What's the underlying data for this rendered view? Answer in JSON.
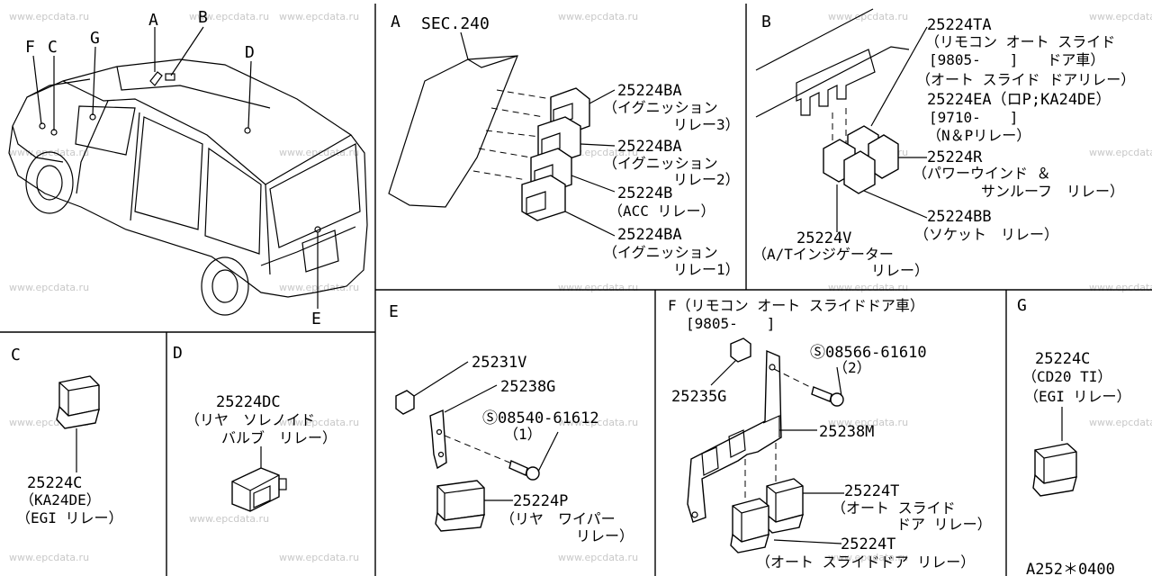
{
  "watermark": "www.epcdata.ru",
  "footer_code": "A252＊0400",
  "sections": {
    "vehicle": {
      "letters": [
        "F",
        "C",
        "G",
        "A",
        "B",
        "D",
        "E"
      ]
    },
    "A": {
      "letter": "A",
      "sec": "SEC.240",
      "parts": [
        {
          "no": "25224BA",
          "desc": [
            "（イグニッション",
            "リレー3）"
          ]
        },
        {
          "no": "25224BA",
          "desc": [
            "（イグニッション",
            "リレー2）"
          ]
        },
        {
          "no": "25224B",
          "desc": [
            "（ACC リレー）"
          ]
        },
        {
          "no": "25224BA",
          "desc": [
            "（イグニッション",
            "リレー1）"
          ]
        }
      ]
    },
    "B": {
      "letter": "B",
      "parts": [
        {
          "no": "25224TA",
          "desc": [
            "（リモコン オート スライド",
            "[9805-　　]　　ドア車）",
            "（オート スライド ドアリレー）"
          ]
        },
        {
          "no": "25224EA（ロP;KA24DE）",
          "desc": [
            "[9710-　　]",
            "（N＆Pリレー）"
          ]
        },
        {
          "no": "25224R",
          "desc": [
            "（パワーウインド ＆",
            "サンルーフ　リレー）"
          ]
        },
        {
          "no": "25224BB",
          "desc": [
            "（ソケット　リレー）"
          ]
        },
        {
          "no": "25224V",
          "desc": [
            "（A/Tインジゲーター",
            "リレー）"
          ]
        }
      ]
    },
    "C": {
      "letter": "C",
      "no": "25224C",
      "desc": [
        "（KA24DE）",
        "（EGI リレー）"
      ]
    },
    "D": {
      "letter": "D",
      "no": "25224DC",
      "desc": [
        "（リヤ　ソレノイド",
        "バルブ　リレー）"
      ]
    },
    "E": {
      "letter": "E",
      "parts": [
        {
          "no": "25231V"
        },
        {
          "no": "25238G"
        },
        {
          "no": "Ⓢ08540-61612",
          "qty": "（1）"
        },
        {
          "no": "25224P",
          "desc": [
            "（リヤ　ワイパー",
            "リレー）"
          ]
        }
      ]
    },
    "F": {
      "letter": "F",
      "title": "F（リモコン オート スライドドア車）",
      "date": "[9805-　　]",
      "parts": [
        {
          "no": "25235G"
        },
        {
          "no": "Ⓢ08566-61610",
          "qty": "（2）"
        },
        {
          "no": "25238M"
        },
        {
          "no": "25224T",
          "desc": [
            "（オート スライド",
            "ドア リレー）"
          ]
        },
        {
          "no": "25224T",
          "desc": [
            "（オート スライドドア リレー）"
          ]
        }
      ]
    },
    "G": {
      "letter": "G",
      "no": "25224C",
      "desc": [
        "（CD20 TI）",
        "（EGI リレー）"
      ]
    }
  }
}
